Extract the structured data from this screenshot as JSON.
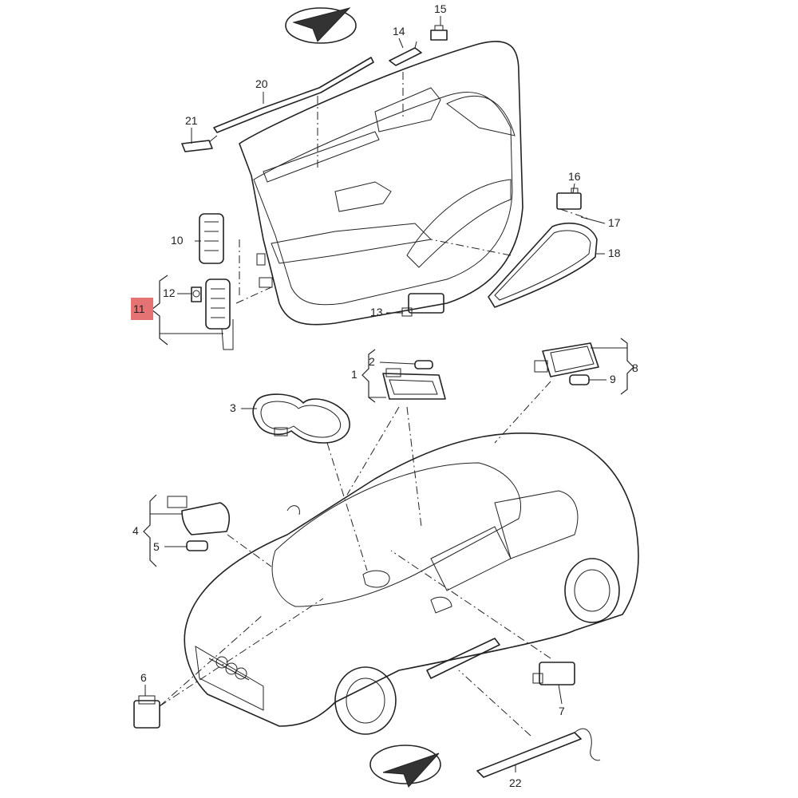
{
  "callouts": [
    {
      "id": "1",
      "label": "1"
    },
    {
      "id": "2",
      "label": "2"
    },
    {
      "id": "3",
      "label": "3"
    },
    {
      "id": "4",
      "label": "4"
    },
    {
      "id": "5",
      "label": "5"
    },
    {
      "id": "6",
      "label": "6"
    },
    {
      "id": "7",
      "label": "7"
    },
    {
      "id": "8",
      "label": "8"
    },
    {
      "id": "9",
      "label": "9"
    },
    {
      "id": "10",
      "label": "10"
    },
    {
      "id": "11",
      "label": "11",
      "highlighted": true
    },
    {
      "id": "12",
      "label": "12"
    },
    {
      "id": "13",
      "label": "13"
    },
    {
      "id": "14",
      "label": "14"
    },
    {
      "id": "15",
      "label": "15"
    },
    {
      "id": "16",
      "label": "16"
    },
    {
      "id": "17",
      "label": "17"
    },
    {
      "id": "18",
      "label": "18"
    },
    {
      "id": "20",
      "label": "20"
    },
    {
      "id": "21",
      "label": "21"
    },
    {
      "id": "22",
      "label": "22"
    }
  ],
  "colors": {
    "line": "#222222",
    "highlight": "#e57373",
    "background": "#ffffff"
  },
  "icons": {
    "compass_top": "compass-arrow-icon",
    "compass_bottom": "compass-arrow-icon"
  }
}
